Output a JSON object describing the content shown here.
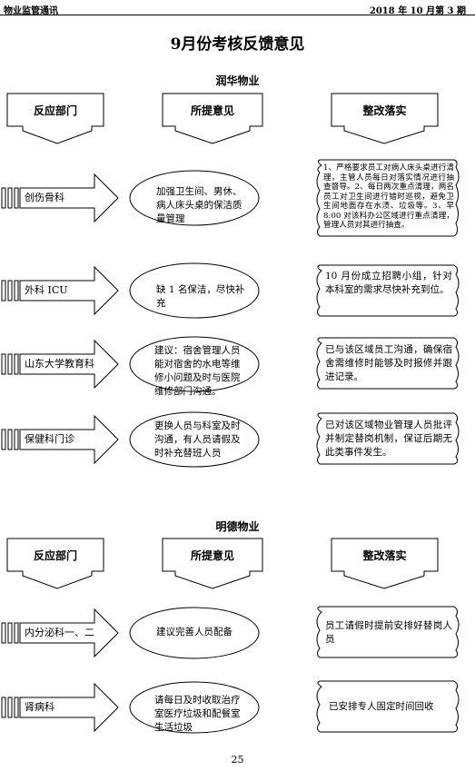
{
  "header": {
    "left": "物业监管通讯",
    "right": "2018 年 10 月第 3 期"
  },
  "title": "9月份考核反馈意见",
  "columns": {
    "dept": "反应部门",
    "issue": "所提意见",
    "fix": "整改落实"
  },
  "sections": [
    {
      "name": "润华物业",
      "rows": [
        {
          "dept": "创伤骨科",
          "issue": "加强卫生间、男休、病人床头桌的保洁质量管理",
          "fix": "1、严格要求员工对病人床头桌进行清理，主管人员每日对落实情况进行抽查督导。2、每日两次重点清理，两名员工对卫生间进行错时巡视，避免卫生间地面存在水渍、垃圾等。3、早 8:00 对该科办公区域进行重点清理，管理人员对其进行抽查。"
        },
        {
          "dept": "外科 ICU",
          "issue": "缺 1 名保洁，尽快补充",
          "fix": "10 月份成立招聘小组，针对本科室的需求尽快补充到位。"
        },
        {
          "dept": "山东大学教育科",
          "issue": "建议：宿舍管理人员能对宿舍的水电等维修小问题及时与医院维修部门沟通。",
          "fix": "已与该区域员工沟通，确保宿舍需维修时能够及时报修并跟进记录。"
        },
        {
          "dept": "保健科门诊",
          "issue": "更换人员与科室及时沟通，有人员请假及时补充替班人员",
          "fix": "已对该区域物业管理人员批评并制定替岗机制，保证后期无此类事件发生。"
        }
      ]
    },
    {
      "name": "明德物业",
      "rows": [
        {
          "dept": "内分泌科一、二",
          "issue": "建议完善人员配备",
          "fix": "员工请假时提前安排好替岗人员"
        },
        {
          "dept": "肾病科",
          "issue": "请每日及时收取治疗室医疗垃圾和配餐室生活垃圾",
          "fix": "已安排专人固定时间回收"
        }
      ]
    }
  ],
  "page_number": "25"
}
